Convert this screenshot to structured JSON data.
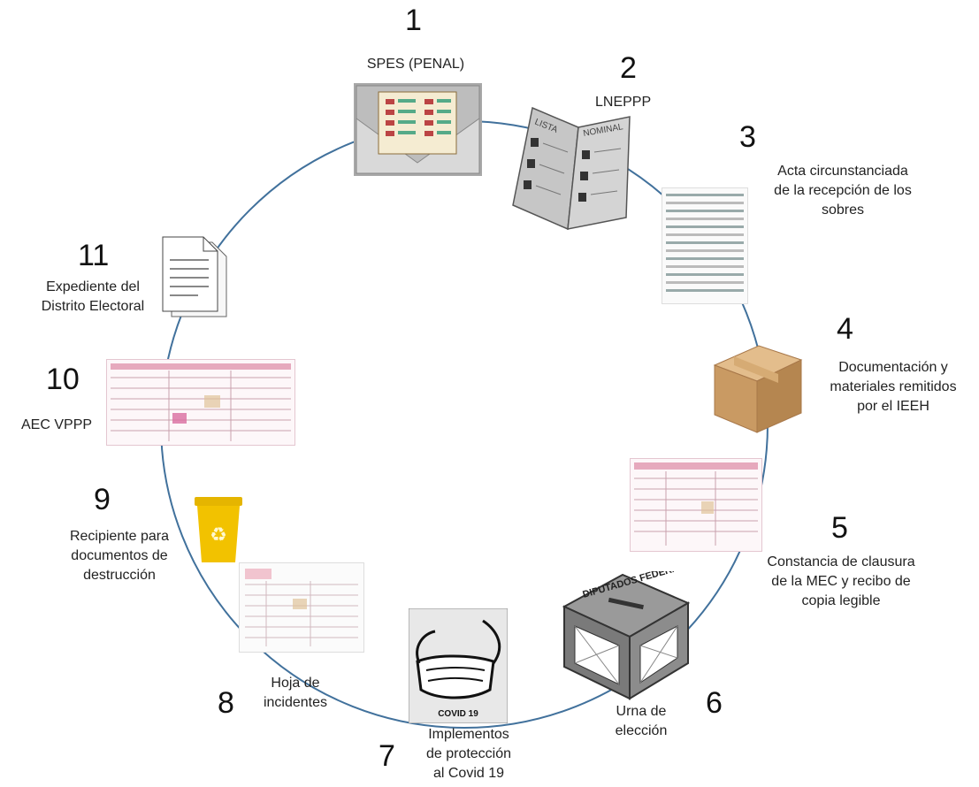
{
  "steps": [
    {
      "number": "1",
      "label": [
        "SPES (PENAL)"
      ],
      "icon": "ballot-envelope-icon"
    },
    {
      "number": "2",
      "label": [
        "LNEPPP"
      ],
      "icon": "open-voter-list-book-icon"
    },
    {
      "number": "3",
      "label": [
        "Acta circunstanciada",
        "de la recepción de los",
        "sobres"
      ],
      "icon": "receipt-form-icon"
    },
    {
      "number": "4",
      "label": [
        "Documentación y",
        "materiales remitidos",
        "por el IEEH"
      ],
      "icon": "cardboard-box-icon"
    },
    {
      "number": "5",
      "label": [
        "Constancia de clausura",
        "de la MEC y recibo de",
        "copia legible"
      ],
      "icon": "closing-certificate-form-icon"
    },
    {
      "number": "6",
      "label": [
        "Urna de",
        "elección"
      ],
      "icon": "ballot-box-icon"
    },
    {
      "number": "7",
      "label": [
        "Implementos",
        "de protección",
        "al Covid 19"
      ],
      "icon": "face-mask-icon"
    },
    {
      "number": "8",
      "label": [
        "Hoja de",
        "incidentes"
      ],
      "icon": "incident-sheet-icon"
    },
    {
      "number": "9",
      "label": [
        "Recipiente para",
        "documentos de",
        "destrucción"
      ],
      "icon": "recycling-bin-icon"
    },
    {
      "number": "10",
      "label": [
        "AEC VPPP"
      ],
      "icon": "tally-form-icon"
    },
    {
      "number": "11",
      "label": [
        "Expediente del",
        "Distrito Electoral"
      ],
      "icon": "document-stack-icon"
    }
  ],
  "icon_text": {
    "book_left": "LISTA",
    "book_right": "NOMINAL",
    "box_lid": "DIPUTADOS FEDERALES",
    "mask_caption": "COVID 19"
  },
  "colors": {
    "circle": "#41719c",
    "box": "#c99a63",
    "bin": "#f2c200"
  }
}
